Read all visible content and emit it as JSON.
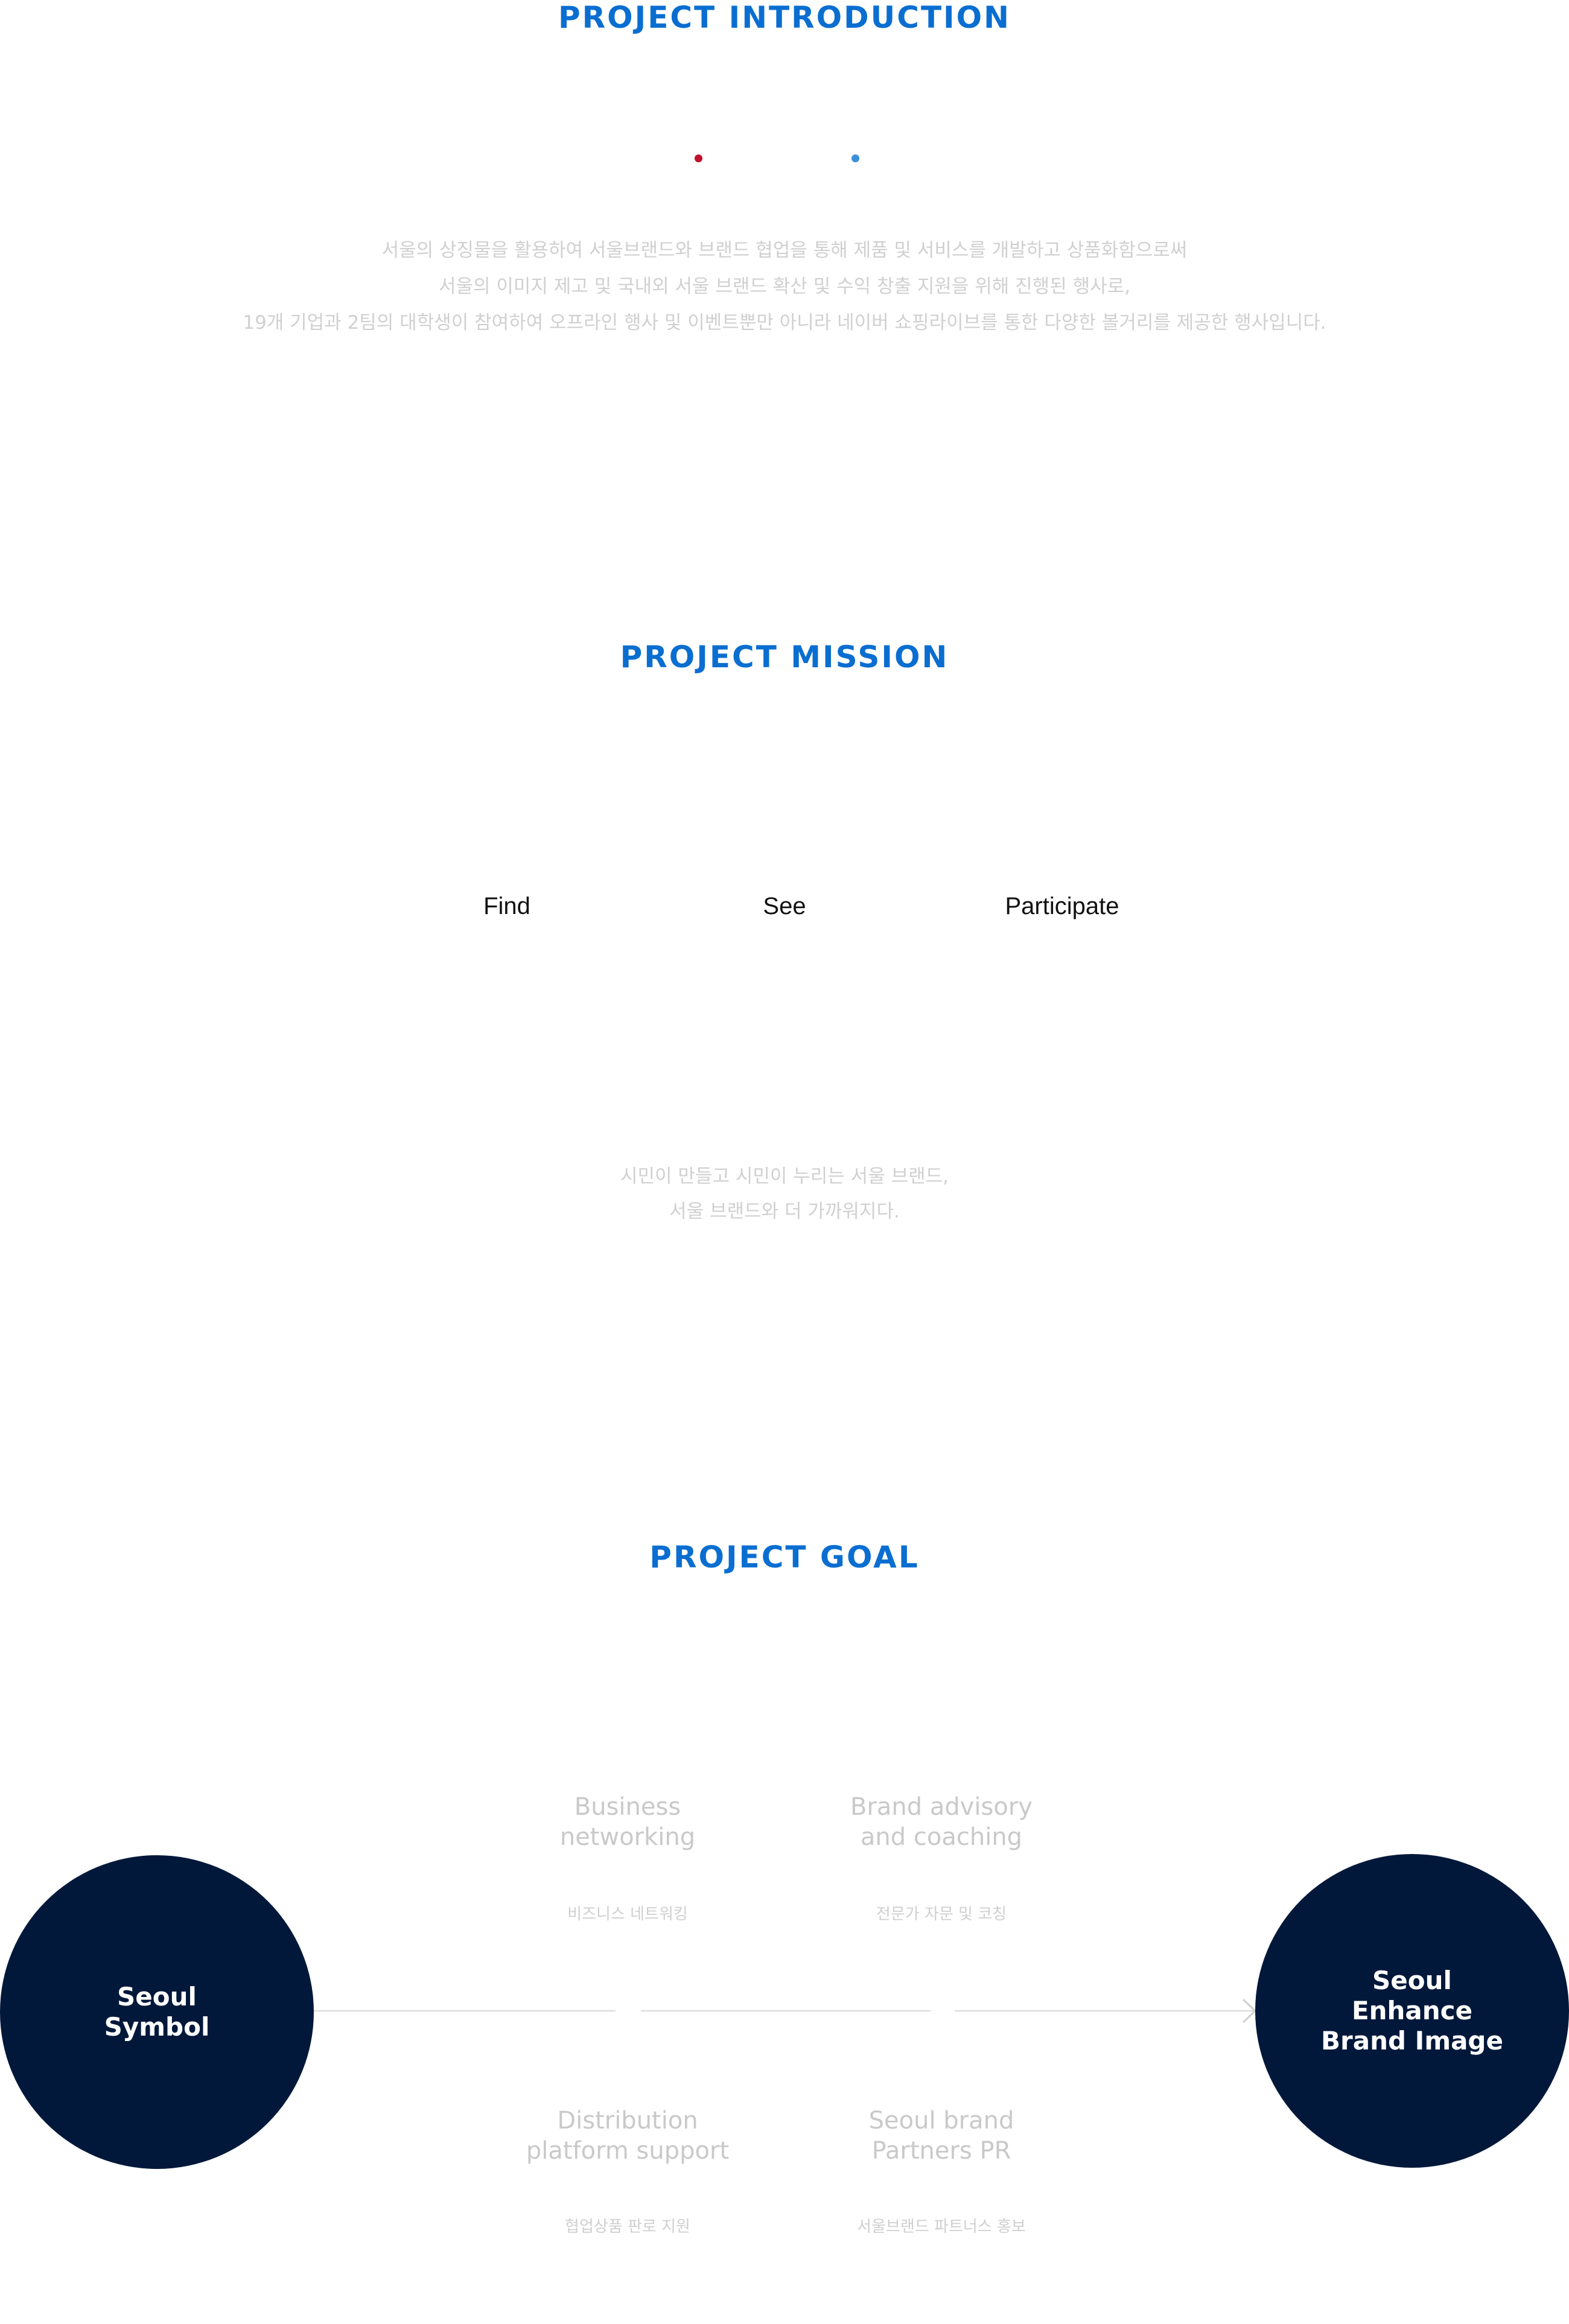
{
  "introduction": {
    "heading": "PROJECT INTRODUCTION",
    "dot_colors": [
      "#c1102e",
      "#3a8fdb"
    ],
    "paragraph": [
      "서울의 상징물을 활용하여 서울브랜드와 브랜드 협업을 통해 제품 및 서비스를 개발하고 상품화함으로써",
      "서울의 이미지 제고 및 국내외 서울 브랜드 확산 및 수익 창출 지원을 위해 진행된 행사로,",
      "19개 기업과 2팀의 대학생이 참여하여 오프라인 행사 및 이벤트뿐만 아니라 네이버 쇼핑라이브를 통한 다양한 볼거리를 제공한 행사입니다."
    ]
  },
  "mission": {
    "heading": "PROJECT MISSION",
    "words": [
      "Find",
      "See",
      "Participate"
    ],
    "slogan": [
      "시민이 만들고 시민이 누리는 서울 브랜드,",
      "서울 브랜드와 더 가까워지다."
    ]
  },
  "goal": {
    "heading": "PROJECT GOAL",
    "start_circle": [
      "Seoul",
      "Symbol"
    ],
    "end_circle": [
      "Seoul",
      "Enhance",
      "Brand Image"
    ],
    "items": [
      {
        "title": [
          "Business",
          "networking"
        ],
        "subtitle": "비즈니스 네트워킹"
      },
      {
        "title": [
          "Brand advisory",
          "and coaching"
        ],
        "subtitle": "전문가 자문 및 코칭"
      },
      {
        "title": [
          "Distribution",
          "platform support"
        ],
        "subtitle": "협업상품 판로 지원"
      },
      {
        "title": [
          "Seoul brand",
          "Partners PR"
        ],
        "subtitle": "서울브랜드 파트너스 홍보"
      }
    ],
    "colors": {
      "circle": "#02183a",
      "heading": "#0a6ed1"
    }
  }
}
